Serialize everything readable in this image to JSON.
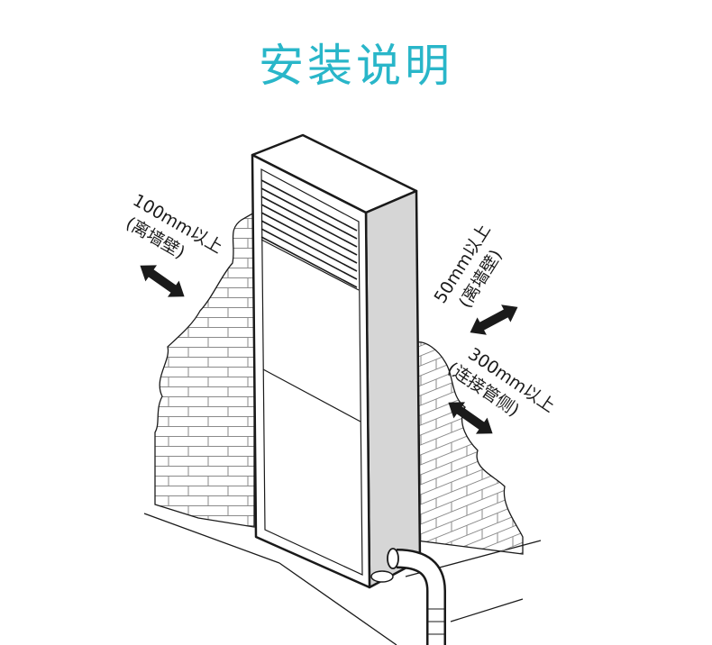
{
  "title": "安装说明",
  "colors": {
    "title": "#29b6c9",
    "ink": "#1a1a1a",
    "wall_stroke": "#8a8a8a",
    "unit_side": "#d6d6d6"
  },
  "annotations": {
    "left_wall": {
      "distance": "100mm以上",
      "note": "(离墙壁)"
    },
    "back_wall": {
      "distance": "50mm以上",
      "note": "(离墙壁)"
    },
    "pipe_side": {
      "distance": "300mm以上",
      "note": "(连接管侧)"
    }
  }
}
